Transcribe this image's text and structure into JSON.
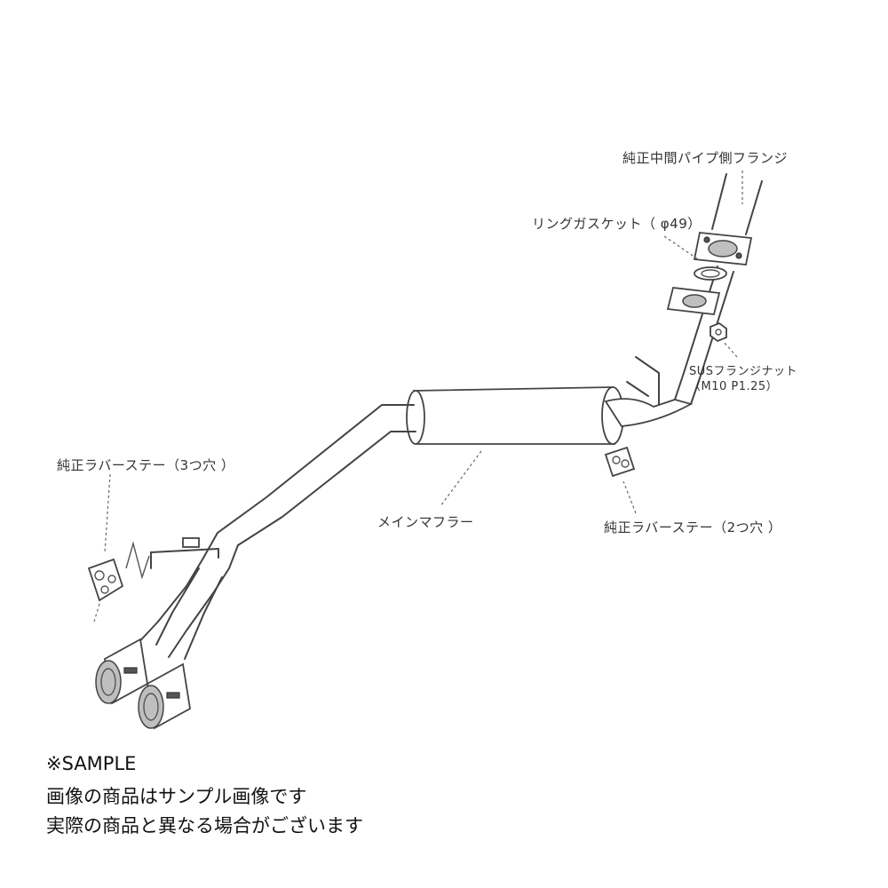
{
  "labels": {
    "flange": "純正中間パイプ側フランジ",
    "gasket": "リングガスケット（ φ49）",
    "nut_line1": "SUSフランジナット",
    "nut_line2": "（M10 P1.25）",
    "main_muffler": "メインマフラー",
    "stay_3hole": "純正ラバーステー（3つ穴 ）",
    "stay_2hole": "純正ラバーステー（2つ穴 ）"
  },
  "note": {
    "line1": "※SAMPLE",
    "line2": "画像の商品はサンプル画像です",
    "line3": "実際の商品と異なる場合がございます"
  }
}
